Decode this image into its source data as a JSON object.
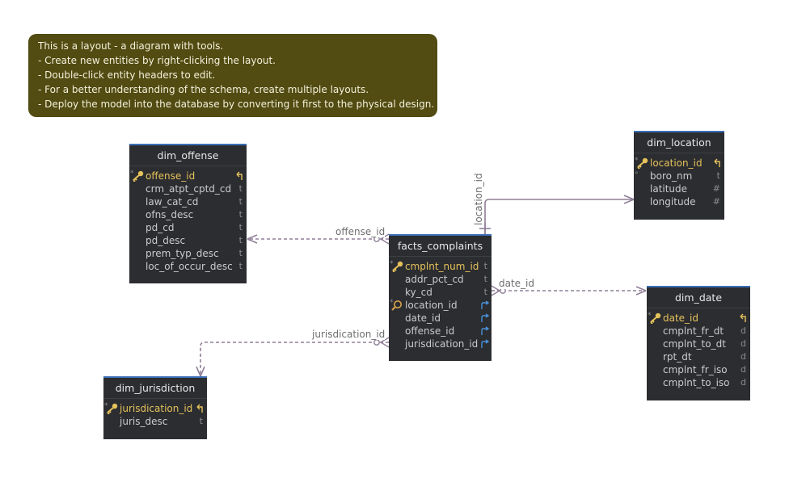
{
  "note": {
    "lines": [
      "This is a layout - a diagram with tools.",
      "- Create new entities by right-clicking the layout.",
      "- Double-click entity headers to edit.",
      "- For a better understanding of the schema, create multiple layouts.",
      "- Deploy the model into the database by converting it first to the physical design."
    ]
  },
  "entities": {
    "dim_offense": {
      "title": "dim_offense",
      "fields": [
        {
          "name": "offense_id",
          "type": "",
          "pk": true
        },
        {
          "name": "crm_atpt_cptd_cd",
          "type": "t"
        },
        {
          "name": "law_cat_cd",
          "type": "t"
        },
        {
          "name": "ofns_desc",
          "type": "t"
        },
        {
          "name": "pd_cd",
          "type": "t"
        },
        {
          "name": "pd_desc",
          "type": "t"
        },
        {
          "name": "prem_typ_desc",
          "type": "t"
        },
        {
          "name": "loc_of_occur_desc",
          "type": "t"
        }
      ]
    },
    "dim_location": {
      "title": "dim_location",
      "fields": [
        {
          "name": "location_id",
          "type": "",
          "pk": true
        },
        {
          "name": "boro_nm",
          "type": "t"
        },
        {
          "name": "latitude",
          "type": "#"
        },
        {
          "name": "longitude",
          "type": "#"
        }
      ]
    },
    "facts_complaints": {
      "title": "facts_complaints",
      "fields": [
        {
          "name": "cmplnt_num_id",
          "type": "t",
          "pk": true
        },
        {
          "name": "addr_pct_cd",
          "type": "t"
        },
        {
          "name": "ky_cd",
          "type": "t"
        },
        {
          "name": "location_id",
          "type": ""
        },
        {
          "name": "date_id",
          "type": ""
        },
        {
          "name": "offense_id",
          "type": ""
        },
        {
          "name": "jurisdication_id",
          "type": ""
        }
      ]
    },
    "dim_date": {
      "title": "dim_date",
      "fields": [
        {
          "name": "date_id",
          "type": "",
          "pk": true
        },
        {
          "name": "cmplnt_fr_dt",
          "type": "d"
        },
        {
          "name": "cmplnt_to_dt",
          "type": "d"
        },
        {
          "name": "rpt_dt",
          "type": "d"
        },
        {
          "name": "cmplnt_fr_iso",
          "type": "d"
        },
        {
          "name": "cmplnt_to_iso",
          "type": "d"
        }
      ]
    },
    "dim_jurisdiction": {
      "title": "dim_jurisdiction",
      "fields": [
        {
          "name": "jurisdication_id",
          "type": "",
          "pk": true
        },
        {
          "name": "juris_desc",
          "type": "t"
        }
      ]
    }
  },
  "relations": {
    "offense": "offense_id",
    "location": "location_id",
    "date": "date_id",
    "jurisdiction": "jurisdication_id"
  },
  "colors": {
    "entity_bg": "#2b2d30",
    "entity_accent": "#3b6fb6",
    "pk_text": "#e6c25b",
    "note_bg": "#524b12",
    "relation_line": "#8f7e97"
  },
  "icons": {
    "primary_key": "key-icon",
    "foreign_key_index": "magnifier-icon",
    "reference": "fk-arrow-icon"
  }
}
